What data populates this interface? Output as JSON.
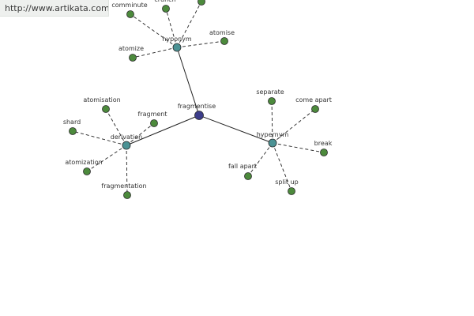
{
  "watermark": {
    "url": "http://www.artikata.com"
  },
  "colors": {
    "center": "#3c3d8a",
    "relation": "#4b9294",
    "leaf": "#4c8a3c",
    "edge": "#222222"
  },
  "graph": {
    "center": {
      "label": "fragmentise"
    },
    "relations": [
      {
        "label": "hyponym",
        "words": [
          "comminute",
          "crunch",
          "atomize",
          "atomise"
        ]
      },
      {
        "label": "derivation",
        "words": [
          "atomisation",
          "fragment",
          "shard",
          "atomization",
          "fragmentation"
        ]
      },
      {
        "label": "hypernym",
        "words": [
          "separate",
          "come apart",
          "break",
          "fall apart",
          "split up"
        ]
      }
    ]
  }
}
